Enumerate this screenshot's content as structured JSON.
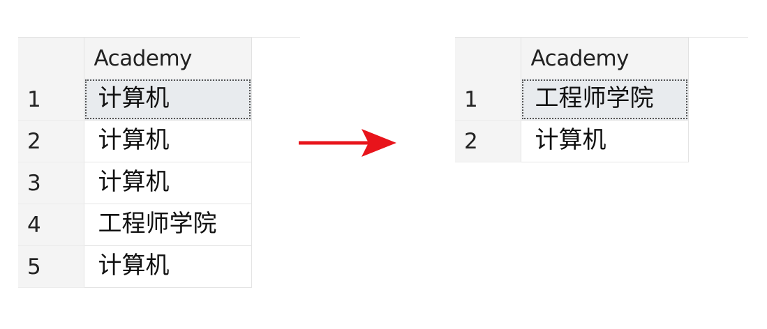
{
  "left_grid": {
    "column_header": "Academy",
    "rows": [
      {
        "num": "1",
        "value": "计算机"
      },
      {
        "num": "2",
        "value": "计算机"
      },
      {
        "num": "3",
        "value": "计算机"
      },
      {
        "num": "4",
        "value": "工程师学院"
      },
      {
        "num": "5",
        "value": "计算机"
      }
    ]
  },
  "right_grid": {
    "column_header": "Academy",
    "rows": [
      {
        "num": "1",
        "value": "工程师学院"
      },
      {
        "num": "2",
        "value": "计算机"
      }
    ]
  },
  "colors": {
    "arrow": "#e8141b",
    "header_bg": "#f4f4f4",
    "selected_bg": "#e8ebee"
  },
  "icons": {
    "transition_arrow": "right-arrow-icon"
  }
}
